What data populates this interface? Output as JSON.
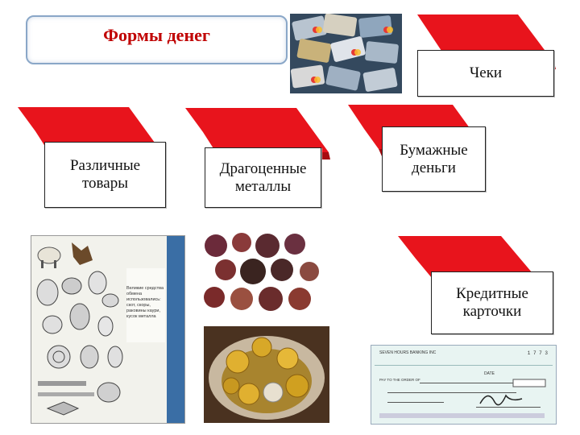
{
  "header": {
    "title": "Формы денег"
  },
  "forms": [
    {
      "label": "Чеки"
    },
    {
      "label": "Различные\nтовары"
    },
    {
      "label": "Драгоценные\nметаллы"
    },
    {
      "label": "Бумажные\nденьги"
    },
    {
      "label": "Кредитные\nкарточки"
    }
  ],
  "commodity_caption": "Великие средства\nобмена\nиспользовались:\nскот, скоры,\nраковины каури,\nкусок металла",
  "check_image": {
    "bank": "SEVEN HOURS BANKING INC",
    "number": "1 7 7 3",
    "date_label": "DATE",
    "payee_prefix": "PAY TO THE ORDER OF"
  },
  "colors": {
    "accent": "#e8141c",
    "title": "#c00000",
    "title_border": "#8aa7c8"
  }
}
